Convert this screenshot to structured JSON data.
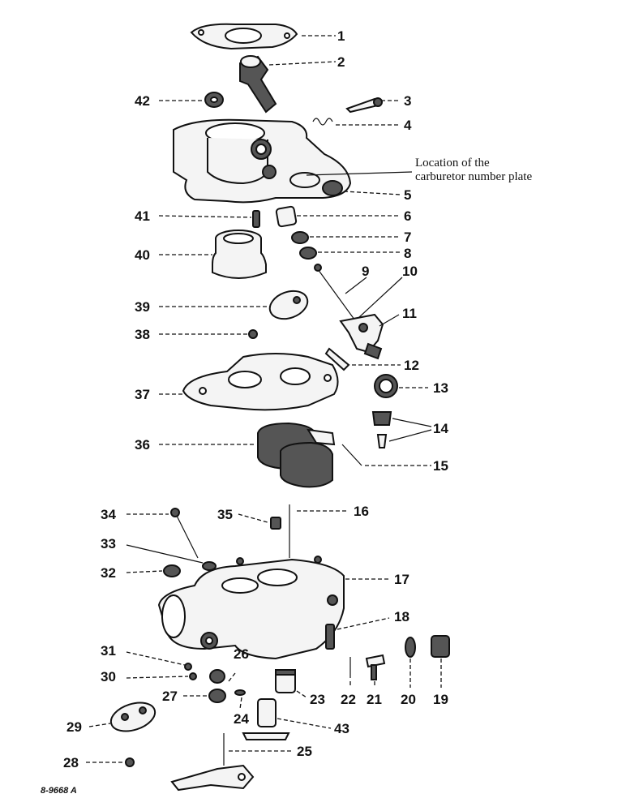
{
  "diagram": {
    "note_line1": "Location of the",
    "note_line2": "carburetor number plate",
    "drawing_code": "8-9668 A",
    "labels": {
      "p1": "1",
      "p2": "2",
      "p3": "3",
      "p4": "4",
      "p5": "5",
      "p6": "6",
      "p7": "7",
      "p8": "8",
      "p9": "9",
      "p10": "10",
      "p11": "11",
      "p12": "12",
      "p13": "13",
      "p14": "14",
      "p15": "15",
      "p16": "16",
      "p17": "17",
      "p18": "18",
      "p19": "19",
      "p20": "20",
      "p21": "21",
      "p22": "22",
      "p23": "23",
      "p24": "24",
      "p25": "25",
      "p26": "26",
      "p27": "27",
      "p28": "28",
      "p29": "29",
      "p30": "30",
      "p31": "31",
      "p32": "32",
      "p33": "33",
      "p34": "34",
      "p35": "35",
      "p36": "36",
      "p37": "37",
      "p38": "38",
      "p39": "39",
      "p40": "40",
      "p41": "41",
      "p42": "42",
      "p43": "43"
    }
  }
}
